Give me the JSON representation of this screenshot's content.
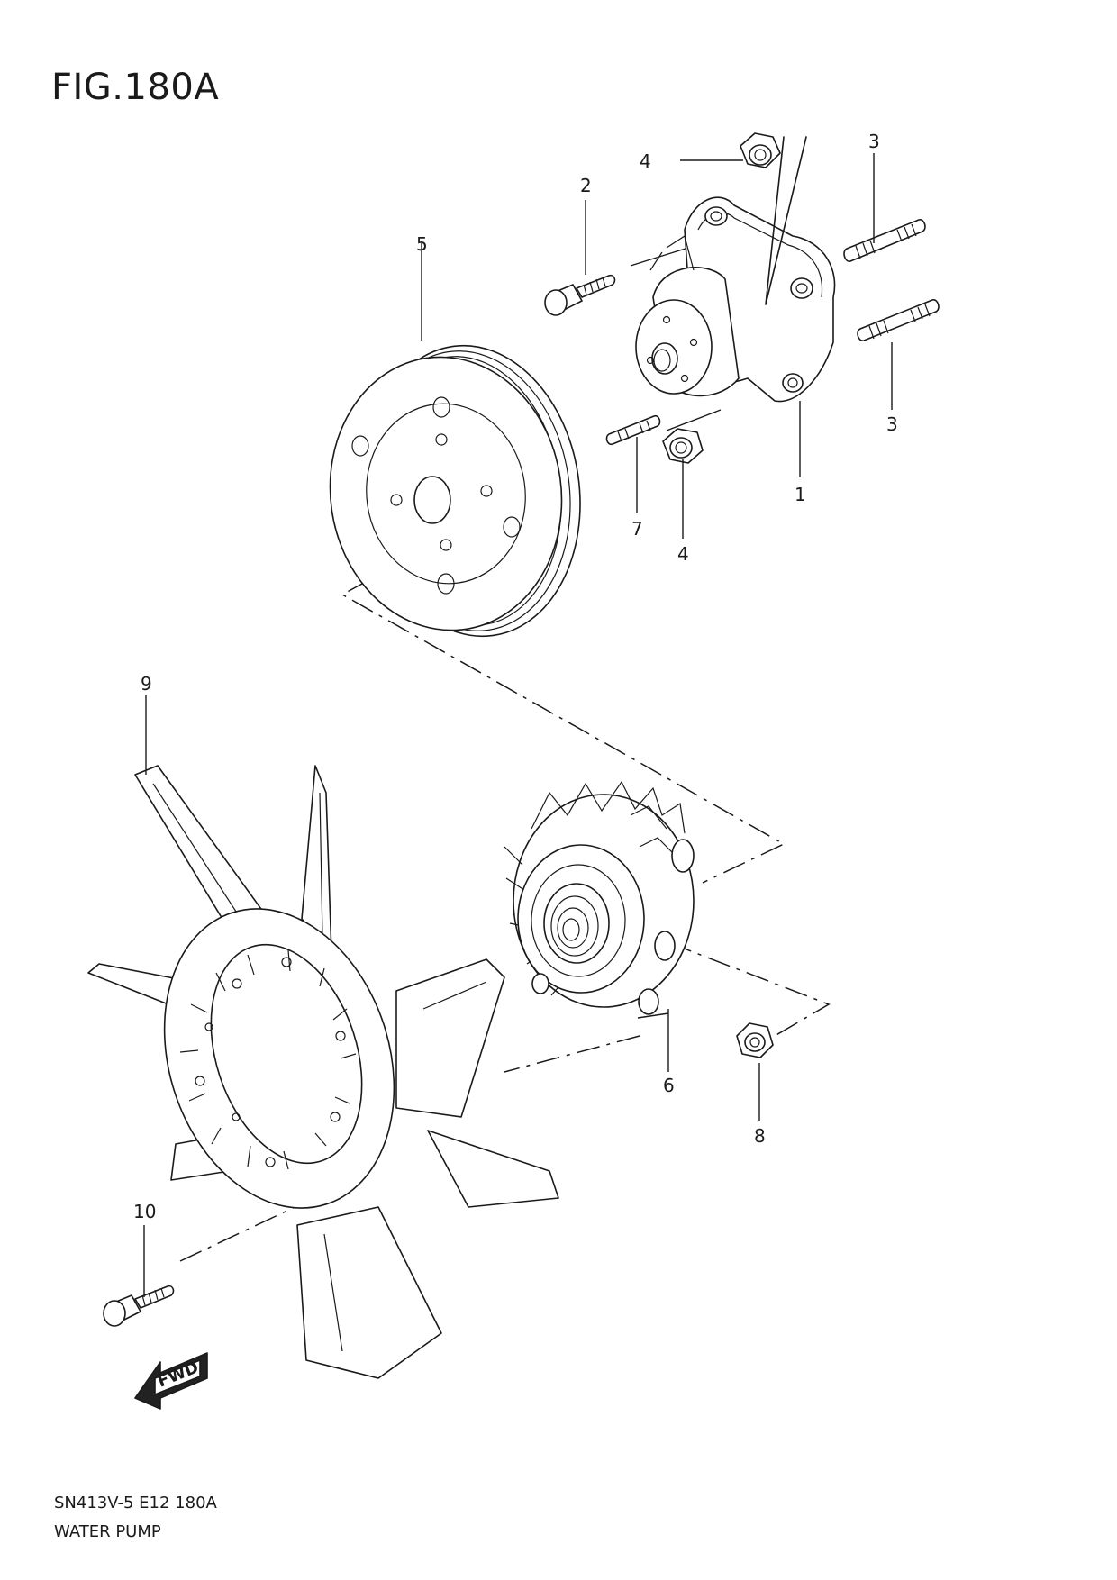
{
  "figure": {
    "title": "FIG.180A"
  },
  "footer": {
    "code": "SN413V-5 E12 180A",
    "name": "WATER PUMP"
  },
  "direction_arrow": {
    "label": "FWD"
  },
  "callouts": {
    "c1": "1",
    "c2": "2",
    "c3a": "3",
    "c3b": "3",
    "c4a": "4",
    "c4b": "4",
    "c5": "5",
    "c6": "6",
    "c7": "7",
    "c8": "8",
    "c9": "9",
    "c10": "10"
  }
}
